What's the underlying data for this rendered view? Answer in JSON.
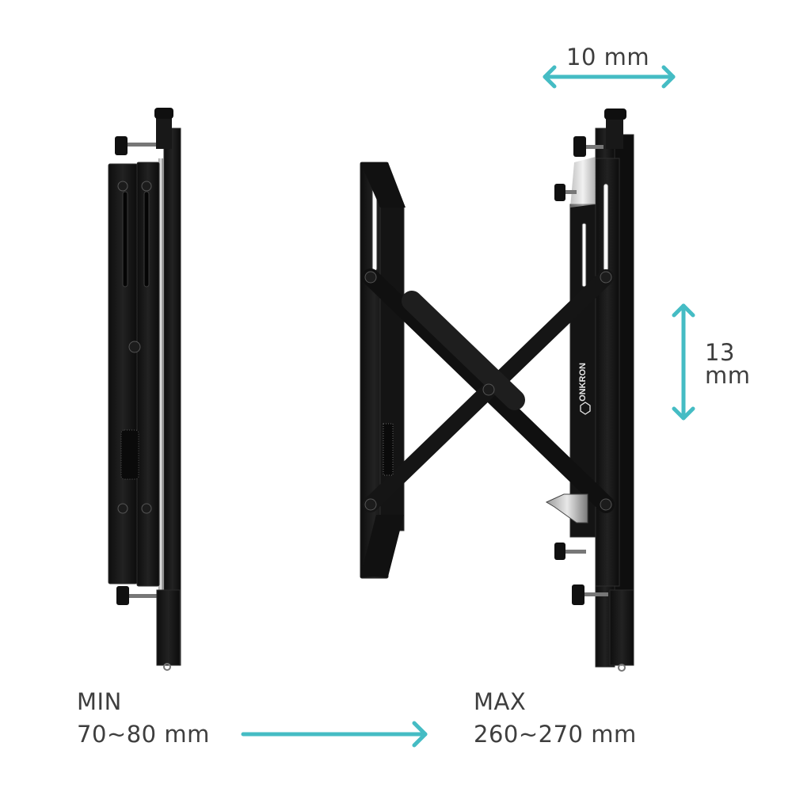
{
  "image": {
    "description": "Video wall pop-out mount shown collapsed (min) and extended (max) with dimension callouts"
  },
  "colors": {
    "arrow": "#45bcc4",
    "text": "#3e3e3e",
    "metal": "#141414",
    "metal_edge": "#2c2c2c",
    "background": "#ffffff"
  },
  "brand": {
    "logo_text": "ONKRON"
  },
  "dimensions": {
    "horizontal_adjust": {
      "value": "10 mm"
    },
    "vertical_adjust": {
      "line1": "13",
      "line2": "mm"
    }
  },
  "depth": {
    "min": {
      "title": "MIN",
      "value": "70~80 mm"
    },
    "max": {
      "title": "MAX",
      "value": "260~270 mm"
    }
  },
  "icons": {
    "horizontal_arrow": "double-headed-horizontal-arrow",
    "vertical_arrow": "double-headed-vertical-arrow",
    "progress_arrow": "right-arrow"
  }
}
